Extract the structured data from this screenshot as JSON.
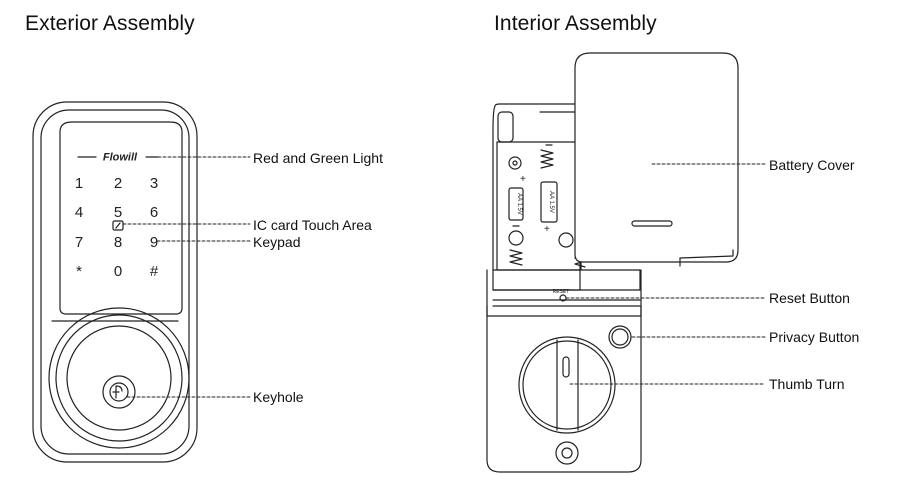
{
  "headings": {
    "exterior": "Exterior Assembly",
    "interior": "Interior Assembly"
  },
  "brand_logo": "Flowill",
  "keypad_keys": [
    "1",
    "2",
    "3",
    "4",
    "5",
    "6",
    "7",
    "8",
    "9",
    "*",
    "0",
    "#"
  ],
  "battery_markings": [
    "AA 1.5V",
    "AA 1.5V"
  ],
  "reset_marking": "RESET",
  "labels": {
    "red_green_light": "Red and Green Light",
    "ic_card_area": "IC card Touch Area",
    "keypad": "Keypad",
    "keyhole": "Keyhole",
    "battery_cover": "Battery Cover",
    "reset_button": "Reset Button",
    "privacy_button": "Privacy Button",
    "thumb_turn": "Thumb Turn"
  }
}
